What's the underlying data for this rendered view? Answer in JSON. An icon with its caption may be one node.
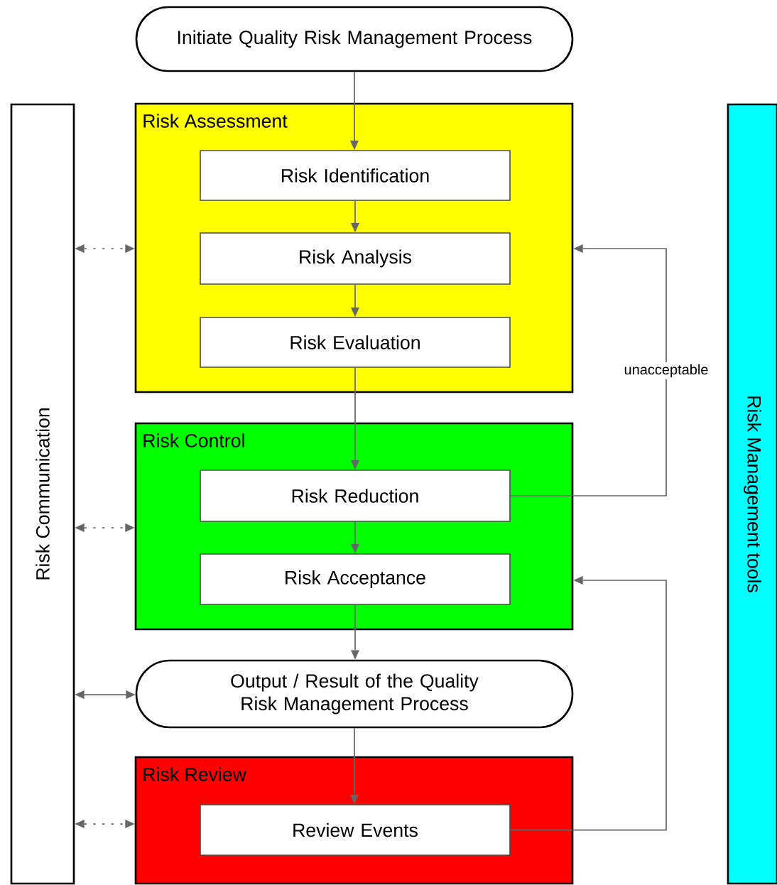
{
  "diagram": {
    "nodes": [
      {
        "text": [
          "Initiate Quality Risk Management Process"
        ]
      },
      {
        "text": [
          "Risk Communication"
        ]
      },
      {
        "text": [
          "Risk Assessment"
        ]
      },
      {
        "text": [
          "Risk Identification"
        ],
        "in": 2
      },
      {
        "text": [
          "Risk Analysis"
        ],
        "in": 2
      },
      {
        "text": [
          "Risk Evaluation"
        ],
        "in": 2
      },
      {
        "text": [
          "Risk Control"
        ]
      },
      {
        "text": [
          "Risk Reduction"
        ],
        "in": 6
      },
      {
        "text": [
          "Risk Acceptance"
        ],
        "in": 6
      },
      {
        "text": [
          "Output / Result of the Quality Risk Management Process"
        ]
      },
      {
        "text": [
          "Risk Review"
        ]
      },
      {
        "text": [
          "Review Events"
        ],
        "in": 10
      },
      {
        "text": [
          "Risk Management tools"
        ]
      }
    ],
    "edges": [
      {
        "from": 0,
        "to": 3,
        "arrow": "to"
      },
      {
        "from": 3,
        "to": 4,
        "arrow": "to"
      },
      {
        "from": 4,
        "to": 5,
        "arrow": "to"
      },
      {
        "from": 5,
        "to": 7,
        "arrow": "to"
      },
      {
        "from": 7,
        "to": 8,
        "arrow": "to"
      },
      {
        "from": 8,
        "to": 9,
        "arrow": "to"
      },
      {
        "from": 9,
        "to": 11,
        "arrow": "to"
      },
      {
        "from": 7,
        "to": 2,
        "arrow": "to",
        "label": "unacceptable"
      },
      {
        "from": 11,
        "to": 6,
        "arrow": "to"
      },
      {
        "from": 1,
        "to": 2,
        "arrow": "both",
        "style": "dashed"
      },
      {
        "from": 1,
        "to": 6,
        "arrow": "both",
        "style": "dashed"
      },
      {
        "from": 1,
        "to": 9,
        "arrow": "both"
      },
      {
        "from": 1,
        "to": 10,
        "arrow": "both",
        "style": "dashed"
      }
    ]
  }
}
